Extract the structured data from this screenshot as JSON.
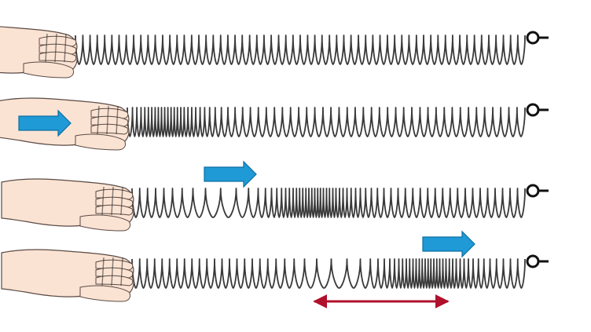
{
  "diagram": {
    "description_visible_text": "",
    "rows": [
      {
        "coil_count": 62,
        "compression": "none"
      },
      {
        "coil_count": 62,
        "compression": "near-hand"
      },
      {
        "coil_count": 62,
        "compression": "middle-left"
      },
      {
        "coil_count": 62,
        "compression": "middle-right"
      }
    ],
    "colors": {
      "spring": "#3a3a3a",
      "hand_fill": "#fbe3d3",
      "hand_stroke": "#5a4a44",
      "push_arrow": "#1f9ad6",
      "push_arrow_edge": "#0b6fa3",
      "wavelength_arrow": "#b0102c",
      "background": "#ffffff"
    },
    "icons": [
      "hand-icon",
      "push-arrow-icon",
      "wall-hook-icon",
      "double-arrow-icon"
    ]
  }
}
